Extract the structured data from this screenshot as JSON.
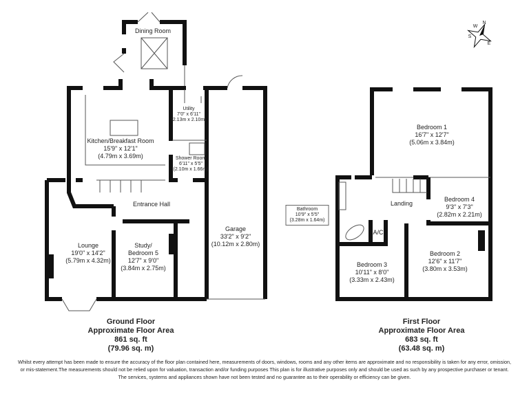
{
  "ground_floor": {
    "rooms": [
      {
        "name": "Dining Room"
      },
      {
        "name": "Kitchen/Breakfast Room",
        "imperial": "15'9\" x 12'1\"",
        "metric": "(4.79m x 3.69m)"
      },
      {
        "name": "Utility",
        "imperial": "7'0\" x 6'11\"",
        "metric": "(2.13m x 2.10m)"
      },
      {
        "name": "Shower Room",
        "imperial": "6'11\" x 5'5\"",
        "metric": "(2.10m x 1.66m)"
      },
      {
        "name": "Entrance Hall"
      },
      {
        "name": "Garage",
        "imperial": "33'2\" x 9'2\"",
        "metric": "(10.12m x 2.80m)"
      },
      {
        "name": "Lounge",
        "imperial": "19'0\" x 14'2\"",
        "metric": "(5.79m x 4.32m)"
      },
      {
        "name": "Study/",
        "name2": "Bedroom 5",
        "imperial": "12'7\" x 9'0\"",
        "metric": "(3.84m x 2.75m)"
      }
    ],
    "title": "Ground Floor",
    "subtitle": "Approximate Floor Area",
    "sqft": "861 sq. ft",
    "sqm": "(79.96 sq. m)"
  },
  "first_floor": {
    "rooms": [
      {
        "name": "Bedroom 1",
        "imperial": "16'7\" x 12'7\"",
        "metric": "(5.06m x 3.84m)"
      },
      {
        "name": "Bathroom",
        "imperial": "10'9\" x 5'5\"",
        "metric": "(3.28m x 1.64m)"
      },
      {
        "name": "Landing"
      },
      {
        "name": "Bedroom 4",
        "imperial": "9'3\" x 7'3\"",
        "metric": "(2.82m x 2.21m)"
      },
      {
        "name": "A/C"
      },
      {
        "name": "Bedroom 3",
        "imperial": "10'11\" x 8'0\"",
        "metric": "(3.33m x 2.43m)"
      },
      {
        "name": "Bedroom 2",
        "imperial": "12'6\" x 11'7\"",
        "metric": "(3.80m x 3.53m)"
      }
    ],
    "title": "First Floor",
    "subtitle": "Approximate Floor Area",
    "sqft": "683 sq. ft",
    "sqm": "(63.48 sq. m)"
  },
  "compass": {
    "n": "N",
    "e": "E",
    "s": "S",
    "w": "W"
  },
  "disclaimer": {
    "line1": "Whilst every attempt has been made to ensure the accuracy of the floor plan contained here, measurements of doors, windows, rooms and any other items are approximate and no responsibility is taken for any error, omission,",
    "line2": "or mis-statement.The measurements should not be relied upon for valuation, transaction and/or funding purposes This plan is for illustrative purposes only and should be used as such by any prospective purchaser or tenant.",
    "line3": "The services, systems and appliances shown have not been tested and no guarantee as to their operability or efficiency can be given."
  }
}
